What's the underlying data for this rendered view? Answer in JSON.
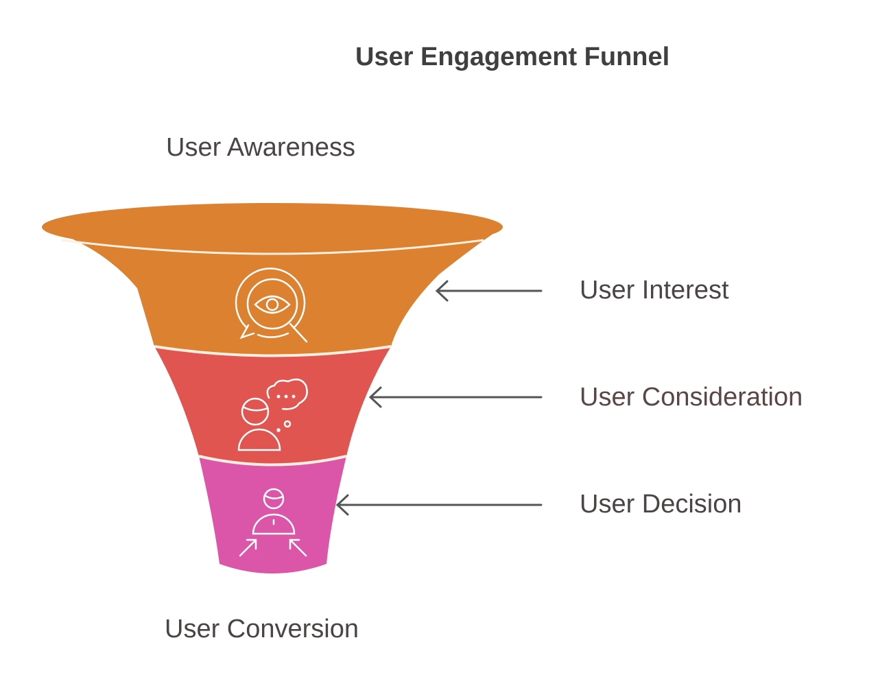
{
  "title": "User Engagement Funnel",
  "top_label": "User Awareness",
  "bottom_label": "User Conversion",
  "stages": [
    {
      "label": "User Interest",
      "icon": "eye-search-icon",
      "color": "#DC8130"
    },
    {
      "label": "User Consideration",
      "icon": "thinking-person-icon",
      "color": "#E05550"
    },
    {
      "label": "User Decision",
      "icon": "person-converge-icon",
      "color": "#DB55A8"
    }
  ]
}
